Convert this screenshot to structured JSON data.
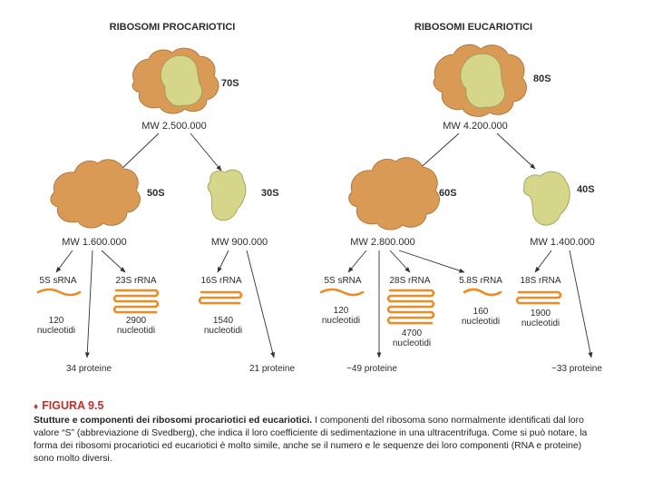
{
  "prokaryote": {
    "title": "RIBOSOMI PROCARIOTICI",
    "whole": {
      "s": "70S",
      "mw": "MW 2.500.000"
    },
    "large": {
      "s": "50S",
      "mw": "MW 1.600.000"
    },
    "small": {
      "s": "30S",
      "mw": "MW 900.000"
    },
    "rnas": [
      {
        "name": "5S sRNA",
        "size": "120",
        "unit": "nucleotidi"
      },
      {
        "name": "23S rRNA",
        "size": "2900",
        "unit": "nucleotidi"
      },
      {
        "name": "16S rRNA",
        "size": "1540",
        "unit": "nucleotidi"
      }
    ],
    "proteins_large": "34 proteine",
    "proteins_small": "21 proteine"
  },
  "eukaryote": {
    "title": "RIBOSOMI EUCARIOTICI",
    "whole": {
      "s": "80S",
      "mw": "MW 4.200.000"
    },
    "large": {
      "s": "60S",
      "mw": "MW 2.800.000"
    },
    "small": {
      "s": "40S",
      "mw": "MW 1.400.000"
    },
    "rnas": [
      {
        "name": "5S sRNA",
        "size": "120",
        "unit": "nucleotidi"
      },
      {
        "name": "28S rRNA",
        "size": "4700",
        "unit": "nucleotidi"
      },
      {
        "name": "5.8S rRNA",
        "size": "160",
        "unit": "nucleotidi"
      },
      {
        "name": "18S rRNA",
        "size": "1900",
        "unit": "nucleotidi"
      }
    ],
    "proteins_large": "~49 proteine",
    "proteins_small": "~33 proteine"
  },
  "figure": {
    "label": "FIGURA 9.5",
    "caption_bold": "Stutture e componenti dei ribosomi procariotici ed eucariotici.",
    "caption_rest": " I componenti del ribosoma sono normalmente identificati dal loro valore “S” (abbreviazione di Svedberg), che indica il loro coefficiente di sedimentazione in una ultracentrifuga. Come si può notare, la forma dei ribosomi procariotici ed eucariotici è molto simile, anche se il numero e le sequenze dei loro componenti (RNA e proteine) sono molto diversi."
  },
  "colors": {
    "large_subunit": "#d99a56",
    "small_subunit": "#d6d68a",
    "rna": "#f08a24",
    "figure_label": "#c0312b"
  }
}
